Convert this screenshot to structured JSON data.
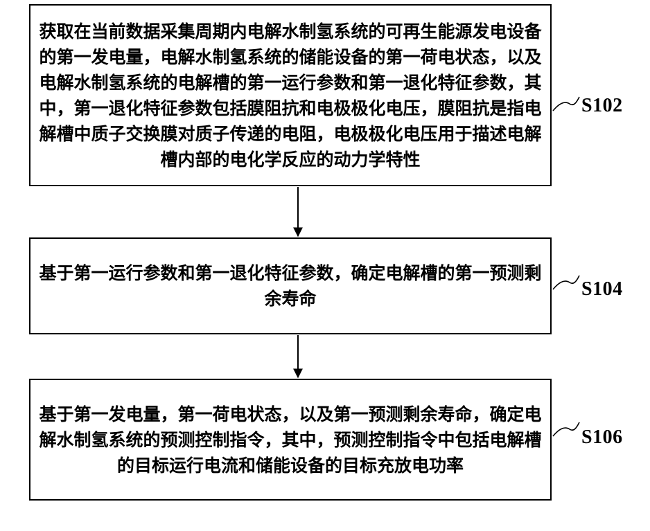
{
  "steps": [
    {
      "text": "获取在当前数据采集周期内电解水制氢系统的可再生能源发电设备的第一发电量，电解水制氢系统的储能设备的第一荷电状态，以及电解水制氢系统的电解槽的第一运行参数和第一退化特征参数，其中，第一退化特征参数包括膜阻抗和电极极化电压，膜阻抗是指电解槽中质子交换膜对质子传递的电阻，电极极化电压用于描述电解槽内部的电化学反应的动力学特性",
      "label": "S102"
    },
    {
      "text": "基于第一运行参数和第一退化特征参数，确定电解槽的第一预测剩余寿命",
      "label": "S104"
    },
    {
      "text": "基于第一发电量，第一荷电状态，以及第一预测剩余寿命，确定电解水制氢系统的预测控制指令，其中，预测控制指令中包括电解槽的目标运行电流和储能设备的目标充放电功率",
      "label": "S106"
    }
  ]
}
